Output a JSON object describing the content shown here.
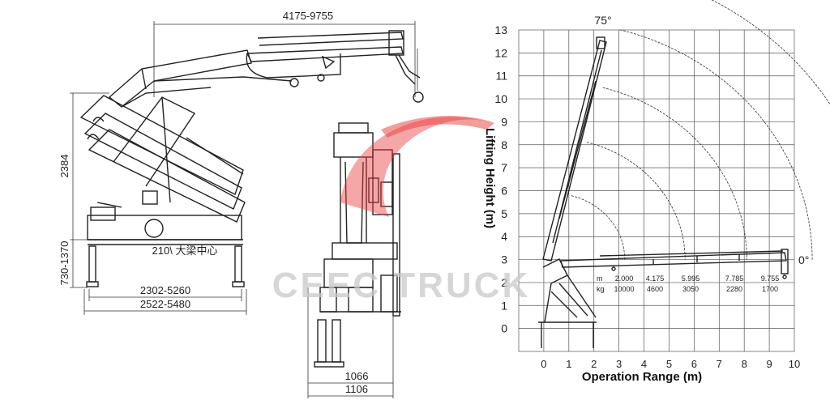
{
  "side_view": {
    "boom_reach_dim": "4175-9755",
    "height_dim": "2384",
    "leg_dim": "730-1370",
    "center_label": "210\\  大梁中心",
    "outrigger_inner_dim": "2302-5260",
    "outrigger_outer_dim": "2522-5480"
  },
  "rear_view": {
    "inner_width_dim": "1066",
    "outer_width_dim": "1106"
  },
  "watermark": {
    "text": "CEEC TRUCK",
    "colors": [
      "#e83a3a",
      "#c9c9c9"
    ]
  },
  "chart_data": {
    "type": "line",
    "xlabel": "Operation Range (m)",
    "ylabel": "Lifting Height (m)",
    "xticks": [
      "0",
      "1",
      "2",
      "3",
      "4",
      "5",
      "6",
      "7",
      "8",
      "9",
      "10"
    ],
    "yticks": [
      "0",
      "1",
      "2",
      "3",
      "4",
      "5",
      "6",
      "7",
      "8",
      "9",
      "10",
      "11",
      "12",
      "13"
    ],
    "xlim": [
      -1,
      10
    ],
    "ylim": [
      -1,
      13
    ],
    "grid": true,
    "angle_labels": [
      "75°",
      "0°"
    ],
    "load_table": {
      "range_unit": "m",
      "load_unit": "kg",
      "ranges": [
        "2.000",
        "4.175",
        "5.995",
        "7.785",
        "9.755"
      ],
      "loads": [
        "10000",
        "4600",
        "3050",
        "2280",
        "1700"
      ]
    }
  }
}
